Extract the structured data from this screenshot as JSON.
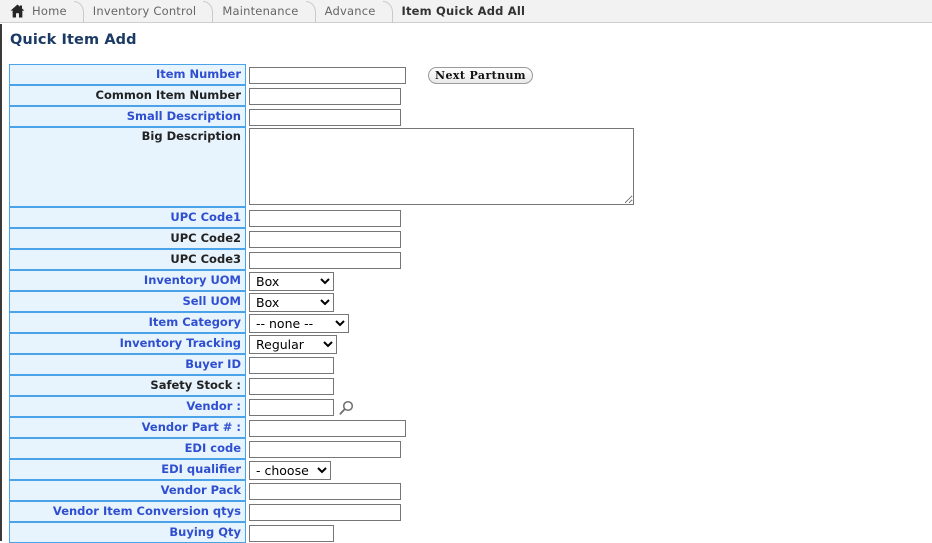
{
  "breadcrumb": {
    "home_icon": "home-icon",
    "items": [
      {
        "label": "Home",
        "current": false
      },
      {
        "label": "Inventory Control",
        "current": false
      },
      {
        "label": "Maintenance",
        "current": false
      },
      {
        "label": "Advance",
        "current": false
      },
      {
        "label": "Item Quick Add All",
        "current": true
      }
    ]
  },
  "page": {
    "title": "Quick Item Add",
    "title_color": "#1b3b66"
  },
  "colors": {
    "required_label": "#2f4fd0",
    "optional_label": "#222222",
    "label_cell_bg": "#e7f4fd",
    "label_cell_border": "#4aa3e8",
    "breadcrumb_bg": "#f2f2f2"
  },
  "toolbar": {
    "next_partnum_label": "Next Partnum"
  },
  "form": {
    "rows": [
      {
        "label": "Item Number",
        "required": true,
        "control": "text",
        "value": "",
        "width": "wide",
        "focused": true
      },
      {
        "label": "Common Item Number",
        "required": false,
        "control": "text",
        "value": "",
        "width": "mid"
      },
      {
        "label": "Small Description",
        "required": true,
        "control": "text",
        "value": "",
        "width": "mid"
      },
      {
        "label": "Big Description",
        "required": false,
        "control": "textarea",
        "value": ""
      },
      {
        "label": "UPC Code1",
        "required": true,
        "control": "text",
        "value": "",
        "width": "mid"
      },
      {
        "label": "UPC Code2",
        "required": false,
        "control": "text",
        "value": "",
        "width": "mid"
      },
      {
        "label": "UPC Code3",
        "required": false,
        "control": "text",
        "value": "",
        "width": "mid"
      },
      {
        "label": "Inventory UOM",
        "required": true,
        "control": "select",
        "value": "Box",
        "select_class": "s-uom"
      },
      {
        "label": "Sell UOM",
        "required": true,
        "control": "select",
        "value": "Box",
        "select_class": "s-uom"
      },
      {
        "label": "Item Category",
        "required": true,
        "control": "select",
        "value": "-- none --",
        "select_class": "s-cat"
      },
      {
        "label": "Inventory Tracking",
        "required": true,
        "control": "select",
        "value": "Regular",
        "select_class": "s-track"
      },
      {
        "label": "Buyer ID",
        "required": true,
        "control": "text",
        "value": "",
        "width": "small"
      },
      {
        "label": "Safety Stock :",
        "required": false,
        "control": "text",
        "value": "",
        "width": "small"
      },
      {
        "label": "Vendor :",
        "required": true,
        "control": "text",
        "value": "",
        "width": "small",
        "lookup": true
      },
      {
        "label": "Vendor Part # :",
        "required": true,
        "control": "text",
        "value": "",
        "width": "wide"
      },
      {
        "label": "EDI code",
        "required": true,
        "control": "text",
        "value": "",
        "width": "mid"
      },
      {
        "label": "EDI qualifier",
        "required": true,
        "control": "select",
        "value": "- choose -",
        "select_class": "s-edi"
      },
      {
        "label": "Vendor Pack",
        "required": true,
        "control": "text",
        "value": "",
        "width": "mid"
      },
      {
        "label": "Vendor Item Conversion qtys",
        "required": true,
        "control": "text",
        "value": "",
        "width": "mid"
      },
      {
        "label": "Buying Qty",
        "required": true,
        "control": "text",
        "value": "",
        "width": "small"
      }
    ]
  }
}
